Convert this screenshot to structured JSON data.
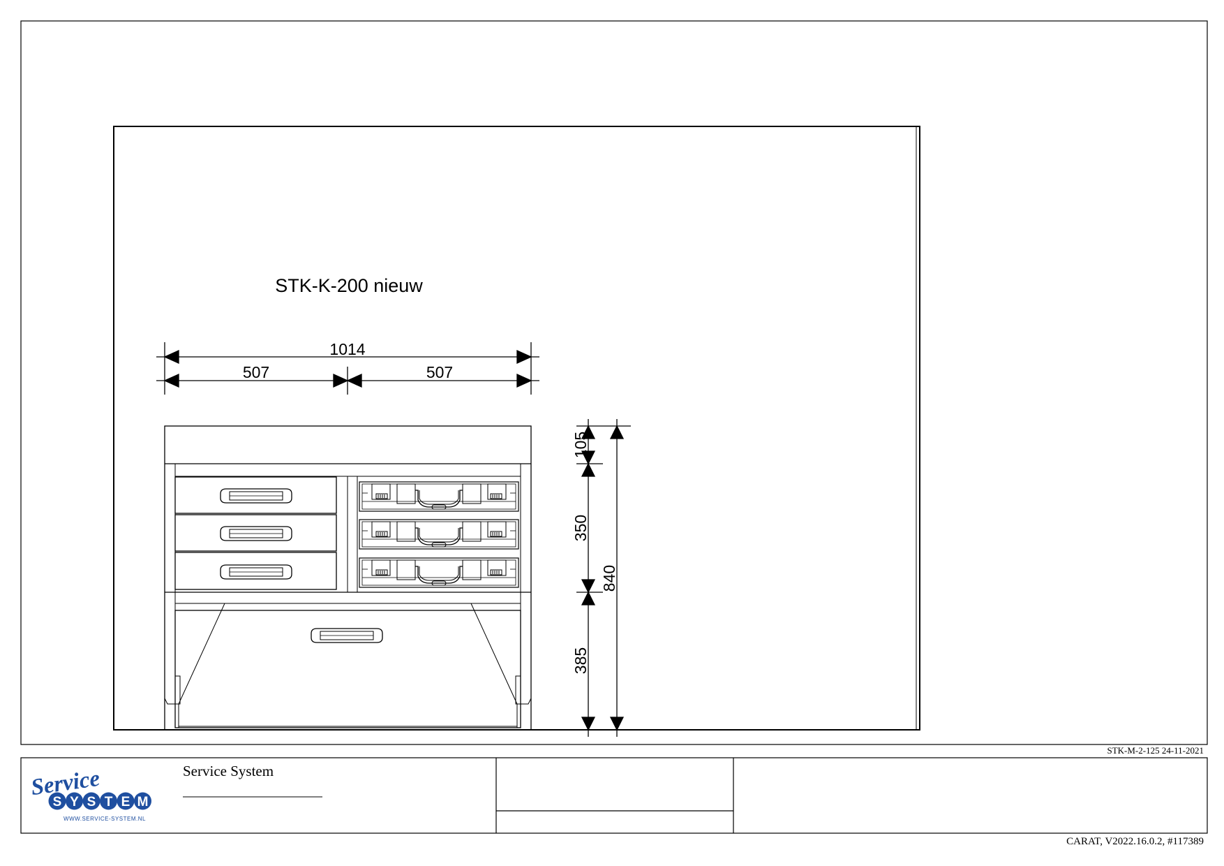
{
  "drawing": {
    "title": "STK-K-200 nieuw",
    "dimensions": {
      "total_width": "1014",
      "left_width": "507",
      "right_width": "507",
      "top_section": "105",
      "middle_section": "350",
      "bottom_section": "385",
      "total_height": "840"
    }
  },
  "title_block": {
    "company_name": "Service System",
    "drawing_ref": "STK-M-2-125 24-11-2021",
    "logo": {
      "script_text": "Service",
      "system_letters": [
        "S",
        "Y",
        "S",
        "T",
        "E",
        "M"
      ],
      "url_text": "WWW.SERVICE-SYSTEM.NL",
      "brand_color": "#1f4fa0"
    }
  },
  "footer": {
    "software_info": "CARAT,  V2022.16.0.2,  #117389"
  }
}
